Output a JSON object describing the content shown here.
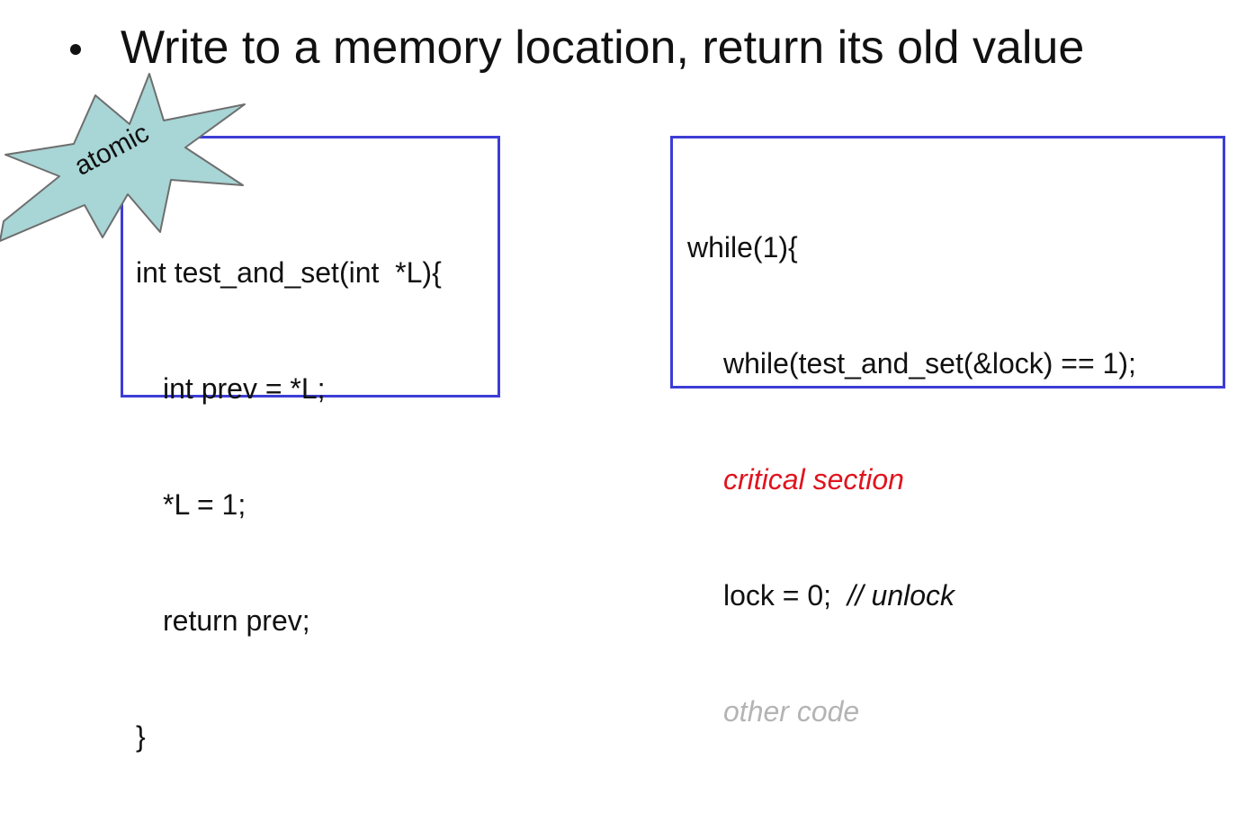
{
  "bullet": {
    "text": "Write to a memory location, return its old value"
  },
  "burst": {
    "label": "atomic",
    "fill_color": "#a8d5d5",
    "stroke_color": "#6e6e6e"
  },
  "left_code": {
    "lines": [
      "int test_and_set(int  *L){",
      "int prev = *L;",
      "*L = 1;",
      "return prev;",
      "}"
    ]
  },
  "right_code": {
    "line1": "while(1){",
    "line2": "while(test_and_set(&lock) == 1);",
    "line3": "critical section",
    "line4_code": "lock = 0;  ",
    "line4_comment": "// unlock",
    "line5": "other code",
    "line6": "}"
  },
  "colors": {
    "box_border": "#3d3dd6",
    "critical_text": "#e0141e",
    "other_code_text": "#b4b4b4"
  }
}
